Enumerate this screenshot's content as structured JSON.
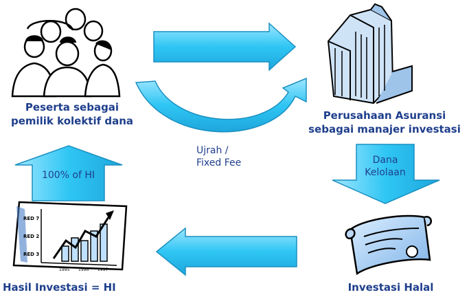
{
  "diagram": {
    "nodes": {
      "peserta": {
        "line1": "Peserta sebagai",
        "line2": "pemilik kolektif dana",
        "icon": "people-group-icon"
      },
      "perusahaan": {
        "line1": "Perusahaan Asuransi",
        "line2": "sebagai manajer investasi",
        "icon": "office-building-icon"
      },
      "investasi_halal": {
        "label": "Investasi Halal",
        "icon": "certificate-scroll-icon"
      },
      "hasil_investasi": {
        "label": "Hasil Investasi = HI",
        "icon": "growth-chart-icon"
      }
    },
    "arrows": {
      "ujrah": {
        "line1": "Ujrah /",
        "line2": "Fixed Fee"
      },
      "dana_kelolaan": {
        "line1": "Dana",
        "line2": "Kelolaan"
      },
      "hi_share": {
        "label": "100% of HI"
      }
    },
    "chart_icon_labels": {
      "y": [
        "RED 7",
        "RED 2",
        "RED 3"
      ],
      "x": [
        "1995",
        "1996",
        "1997"
      ]
    },
    "colors": {
      "arrow_fill": "#2fc6f4",
      "arrow_stroke": "#1a8fc0",
      "text": "#1f3f8c"
    }
  }
}
